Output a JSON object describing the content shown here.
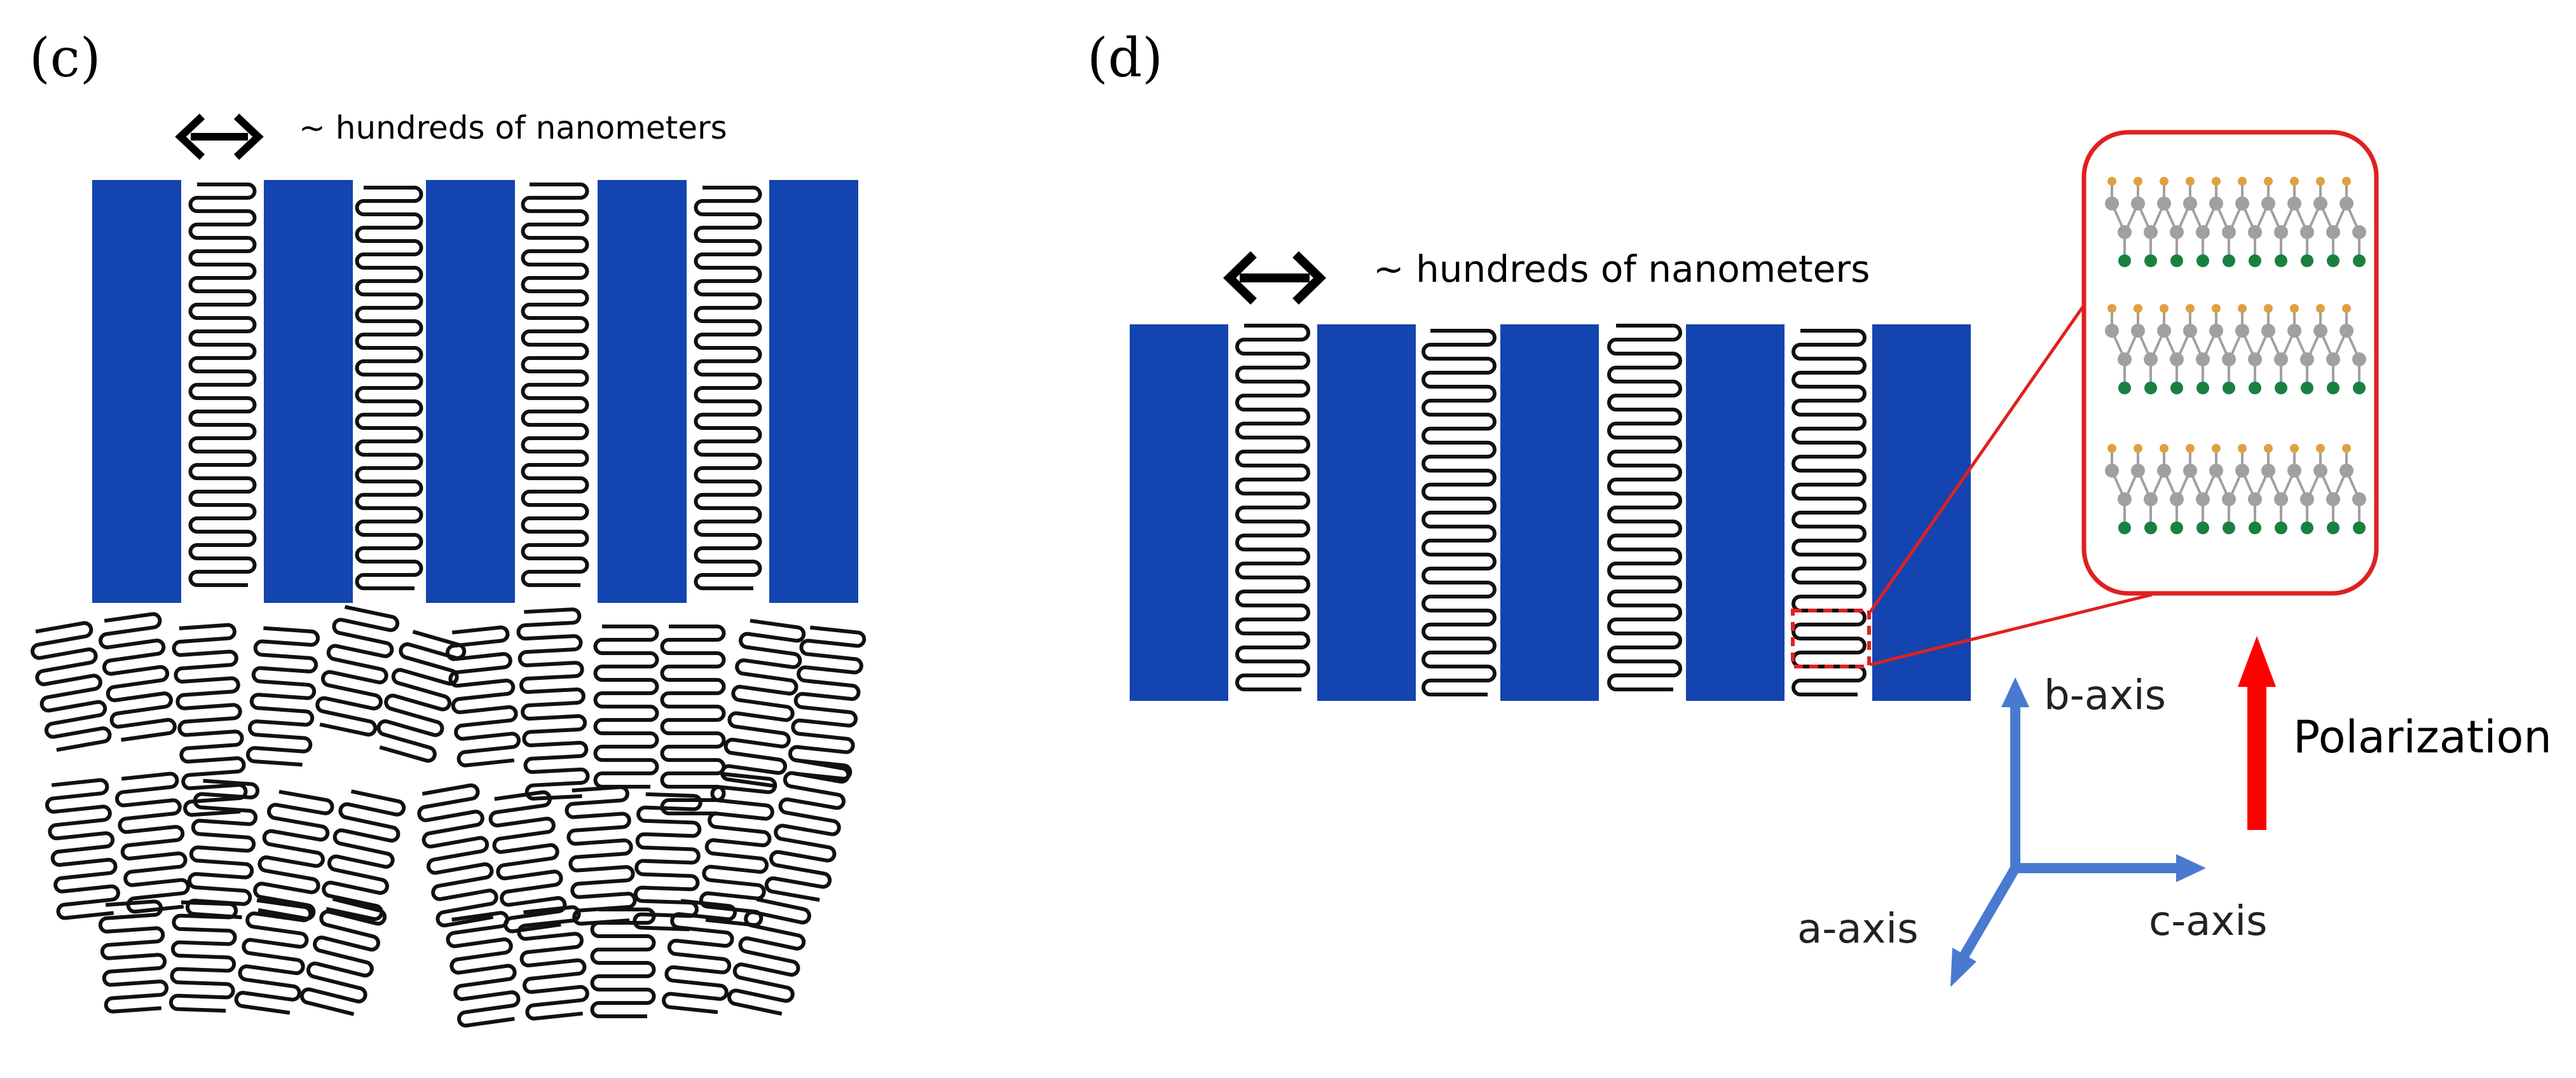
{
  "panels": {
    "c": {
      "label": "(c)",
      "scale_note": "~ hundreds of nanometers"
    },
    "d": {
      "label": "(d)",
      "scale_note": "~ hundreds of nanometers",
      "axes": {
        "b": "b-axis",
        "a": "a-axis",
        "c": "c-axis"
      },
      "polarization_label": "Polarization"
    }
  },
  "colors": {
    "crystal_block": "#1444b0",
    "lamella_stroke": "#111111",
    "inset_border": "#e02020",
    "axis_arrow": "#4a7ad0",
    "polarization_arrow": "#ff0000",
    "atom_gray": "#a0a0a0",
    "atom_orange": "#e0a040",
    "atom_green": "#1a8040"
  },
  "icons": [
    "double-headed-arrow-icon",
    "axis-arrows-icon",
    "polarization-arrow-icon",
    "zoom-inset"
  ]
}
